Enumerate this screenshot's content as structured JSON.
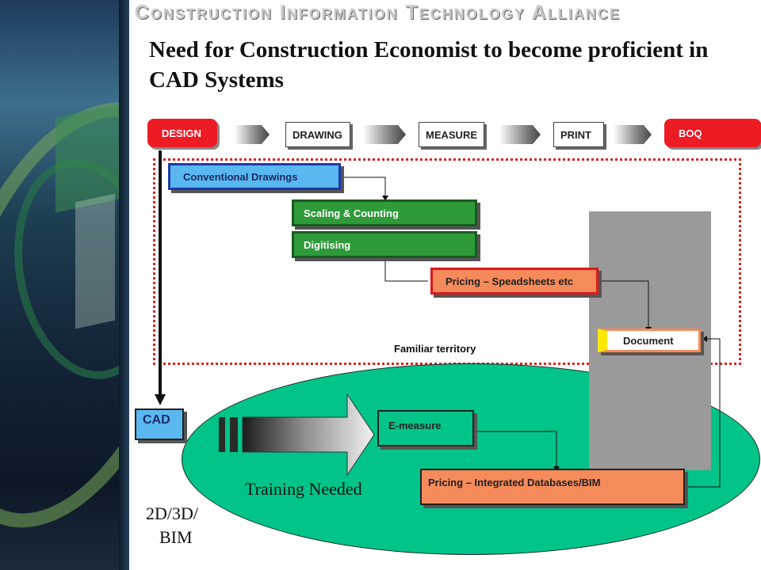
{
  "header": {
    "title": "Construction Information Technology Alliance"
  },
  "slide": {
    "title": "Need for Construction Economist to become proficient in CAD Systems"
  },
  "process": {
    "steps": [
      {
        "label": "DESIGN"
      },
      {
        "label": "DRAWING"
      },
      {
        "label": "MEASURE"
      },
      {
        "label": "PRINT"
      },
      {
        "label": "BOQ"
      }
    ]
  },
  "conventional": {
    "drawings": "Conventional Drawings",
    "scaling": "Scaling & Counting",
    "digitising": "Digitising",
    "pricing": "Pricing – Speadsheets etc",
    "document": "Document",
    "region_label": "Familiar territory"
  },
  "cad": {
    "label": "CAD",
    "emeasure": "E-measure",
    "pricing": "Pricing – Integrated Databases/BIM",
    "training": "Training Needed",
    "formats_line1": "2D/3D/",
    "formats_line2": "BIM"
  },
  "colors": {
    "red": "#ec1b24",
    "blue": "#5ab8f0",
    "green_border": "#1a7a2a",
    "salmon": "#f58a5a",
    "ellipse": "#00c489",
    "grey": "#9a9a9a"
  }
}
